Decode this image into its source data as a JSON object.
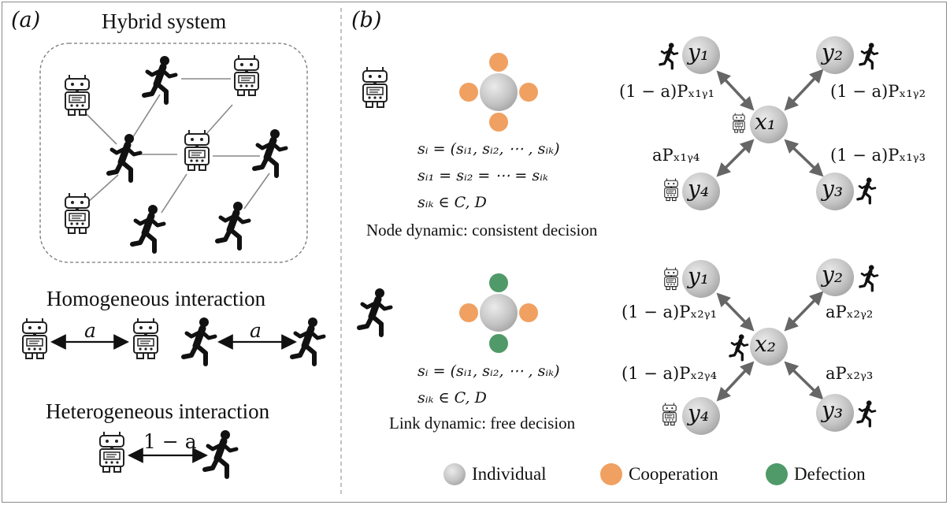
{
  "panel_a": {
    "label": "(a)",
    "title": "Hybrid system",
    "homogeneous_title": "Homogeneous interaction",
    "homogeneous_weight": "a",
    "heterogeneous_title": "Heterogeneous interaction",
    "heterogeneous_weight": "1 − a"
  },
  "panel_b": {
    "label": "(b)",
    "node": {
      "eq1": "sᵢ = (sᵢ₁, sᵢ₂, ⋯ , sᵢₖ)",
      "eq2": "sᵢ₁ = sᵢ₂ = ⋯ = sᵢₖ",
      "eq3": "sᵢₖ ∈ C, D",
      "caption": "Node dynamic: consistent decision",
      "center": "x₁",
      "neighbors": [
        "y₁",
        "y₂",
        "y₃",
        "y₄"
      ],
      "edge_labels": [
        "(1 − a)Pₓ₁ᵧ₁",
        "(1 − a)Pₓ₁ᵧ₂",
        "aPₓ₁ᵧ₄",
        "(1 − a)Pₓ₁ᵧ₃"
      ]
    },
    "link": {
      "eq1": "sᵢ = (sᵢ₁, sᵢ₂, ⋯ , sᵢₖ)",
      "eq2": "sᵢₖ ∈ C, D",
      "caption": "Link dynamic: free decision",
      "center": "x₂",
      "neighbors": [
        "y₁",
        "y₂",
        "y₃",
        "y₄"
      ],
      "edge_labels": [
        "(1 − a)Pₓ₂ᵧ₁",
        "aPₓ₂ᵧ₂",
        "(1 − a)Pₓ₂ᵧ₄",
        "aPₓ₂ᵧ₃"
      ]
    }
  },
  "legend": {
    "individual": "Individual",
    "cooperation": "Cooperation",
    "defection": "Defection"
  },
  "colors": {
    "cooperation": "#f0a060",
    "defection": "#4f9a68",
    "individual": "#c8c8c8",
    "arrow": "#666666"
  }
}
